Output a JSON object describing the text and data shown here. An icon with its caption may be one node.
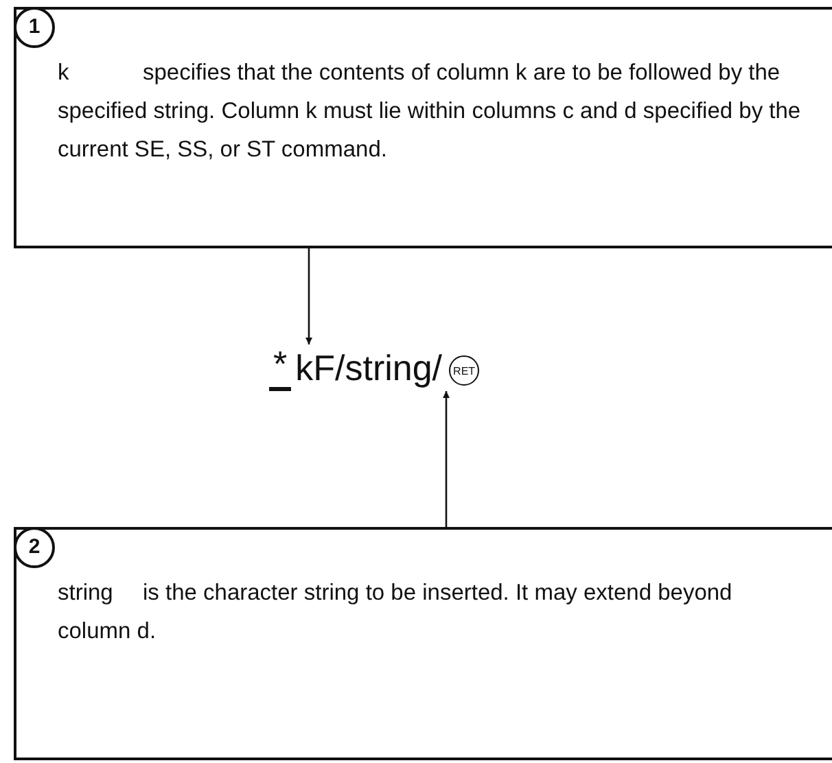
{
  "diagram": {
    "nodes": [
      {
        "text": [
          "k",
          "specifies that the contents of column k are to be followed by the specified string. Column k must lie within columns c and d specified by the current SE, SS, or ST command."
        ]
      },
      {
        "text": [
          "1"
        ],
        "in": 0
      },
      {
        "text": [
          "*",
          "kF/string/"
        ]
      },
      {
        "text": [
          "RET"
        ]
      },
      {
        "text": [
          "string",
          "is the character string to be inserted. It may extend beyond column d."
        ]
      },
      {
        "text": [
          "2"
        ],
        "in": 4
      }
    ],
    "edges": [
      {
        "from": 0,
        "to": 2,
        "arrow": "to"
      },
      {
        "from": 4,
        "to": 2,
        "arrow": "to"
      }
    ]
  }
}
